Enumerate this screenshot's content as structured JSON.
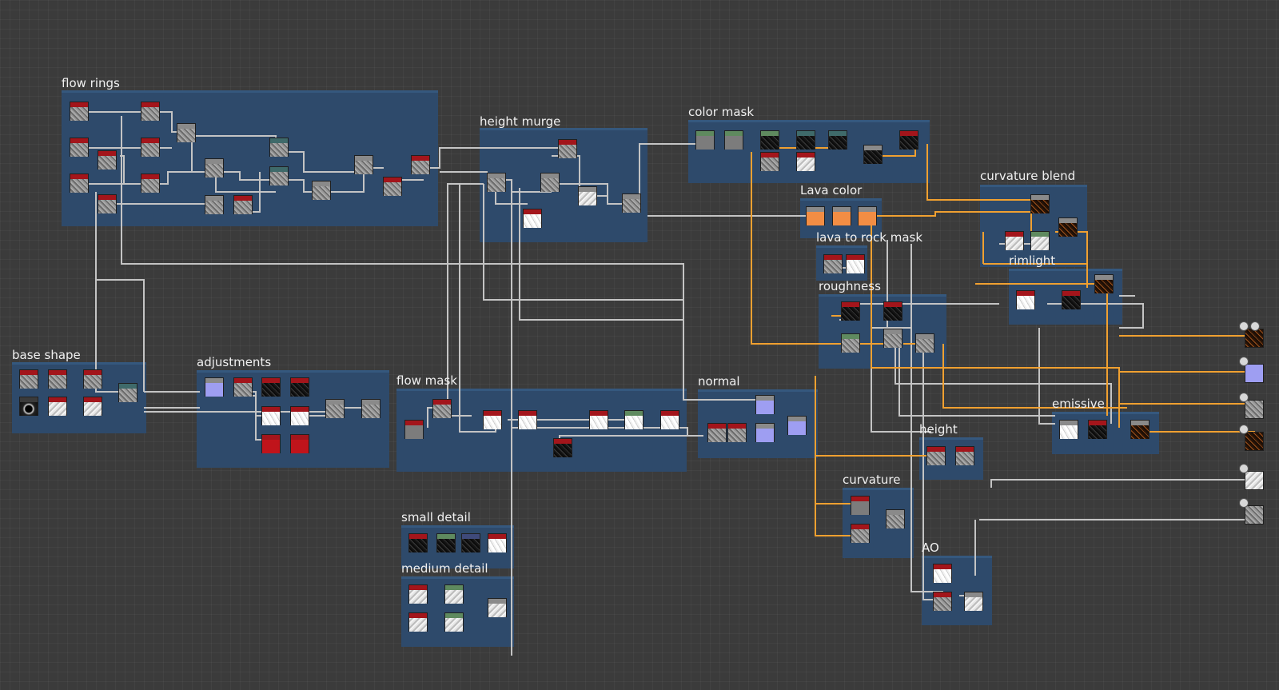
{
  "frames": [
    {
      "id": "flow-rings",
      "title": "flow rings"
    },
    {
      "id": "height-murge",
      "title": "height murge"
    },
    {
      "id": "color-mask",
      "title": "color mask"
    },
    {
      "id": "curvature-blend",
      "title": "curvature blend"
    },
    {
      "id": "lava-color",
      "title": "Lava color"
    },
    {
      "id": "lava-to-rock-mask",
      "title": "lava to rock mask"
    },
    {
      "id": "rimlight",
      "title": "rimlight"
    },
    {
      "id": "roughness",
      "title": "roughness"
    },
    {
      "id": "base-shape",
      "title": "base shape"
    },
    {
      "id": "adjustments",
      "title": "adjustments"
    },
    {
      "id": "flow-mask",
      "title": "flow mask"
    },
    {
      "id": "normal",
      "title": "normal"
    },
    {
      "id": "emissive",
      "title": "emissive"
    },
    {
      "id": "height",
      "title": "height"
    },
    {
      "id": "curvature",
      "title": "curvature"
    },
    {
      "id": "small-detail",
      "title": "small detail"
    },
    {
      "id": "medium-detail",
      "title": "medium detail"
    },
    {
      "id": "ao",
      "title": "AO"
    }
  ],
  "colors": {
    "canvas": "#3b3b3b",
    "frame": "#2e4a6b",
    "wire_gray": "#c4c4c4",
    "wire_orange": "#f0a030",
    "header_red": "#a3151b",
    "header_gray": "#8a8a8a",
    "header_green": "#5f8a5f",
    "header_teal": "#3f6a6a"
  }
}
